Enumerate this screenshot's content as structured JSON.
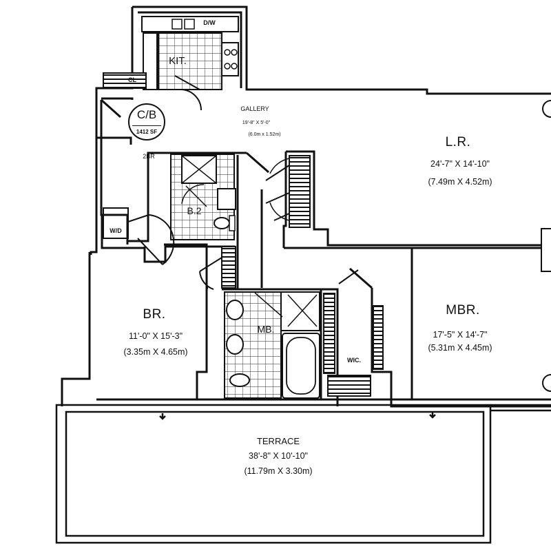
{
  "unit": {
    "code": "C/B",
    "area": "1412 SF",
    "type": "2BR"
  },
  "rooms": {
    "gallery": {
      "name": "GALLERY",
      "dim_imperial": "19'-8\" X 5'-0\"",
      "dim_metric": "(6.0m x 1.52m)"
    },
    "living": {
      "name": "L.R.",
      "dim_imperial": "24'-7\" X 14'-10\"",
      "dim_metric": "(7.49m X 4.52m)"
    },
    "bedroom": {
      "name": "BR.",
      "dim_imperial": "11'-0\" X 15'-3\"",
      "dim_metric": "(3.35m X 4.65m)"
    },
    "master": {
      "name": "MBR.",
      "dim_imperial": "17'-5\" X 14'-7\"",
      "dim_metric": "(5.31m X 4.45m)"
    },
    "terrace": {
      "name": "TERRACE",
      "dim_imperial": "38'-8\" X 10'-10\"",
      "dim_metric": "(11.79m X 3.30m)"
    }
  },
  "fixtures": {
    "kitchen": "KIT.",
    "dishwasher": "D/W",
    "laundry": "W/D",
    "bath2": "B.2",
    "master_bath": "MB.",
    "walk_in_closet": "WIC.",
    "closet": "CL"
  }
}
